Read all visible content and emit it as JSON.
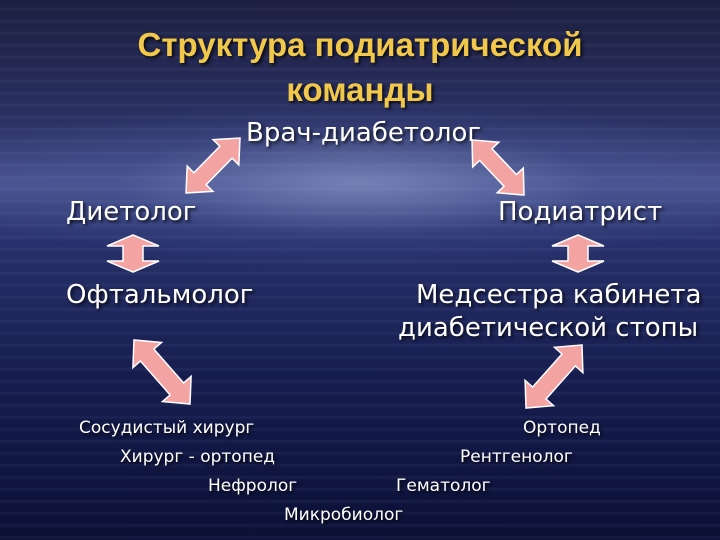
{
  "title": {
    "line1": "Структура подиатрической",
    "line2": "команды"
  },
  "roles": {
    "diabetologist": "Врач-диабетолог",
    "dietitian": "Диетолог",
    "podiatrist": "Подиатрист",
    "ophthalmologist": "Офтальмолог",
    "nurse_line1": "Медсестра кабинета",
    "nurse_line2": "диабетической стопы"
  },
  "specialists": {
    "vascular_surgeon": "Сосудистый хирург",
    "orthopedist": "Ортопед",
    "orthopedic_surgeon": "Хирург - ортопед",
    "radiologist": "Рентгенолог",
    "nephrologist": "Нефролог",
    "hematologist": "Гематолог",
    "microbiologist": "Микробиолог"
  },
  "colors": {
    "title": "#f2c84a",
    "text": "#ffffff",
    "arrow_fill": "#f4a3a3",
    "arrow_stroke": "#ffffff"
  }
}
